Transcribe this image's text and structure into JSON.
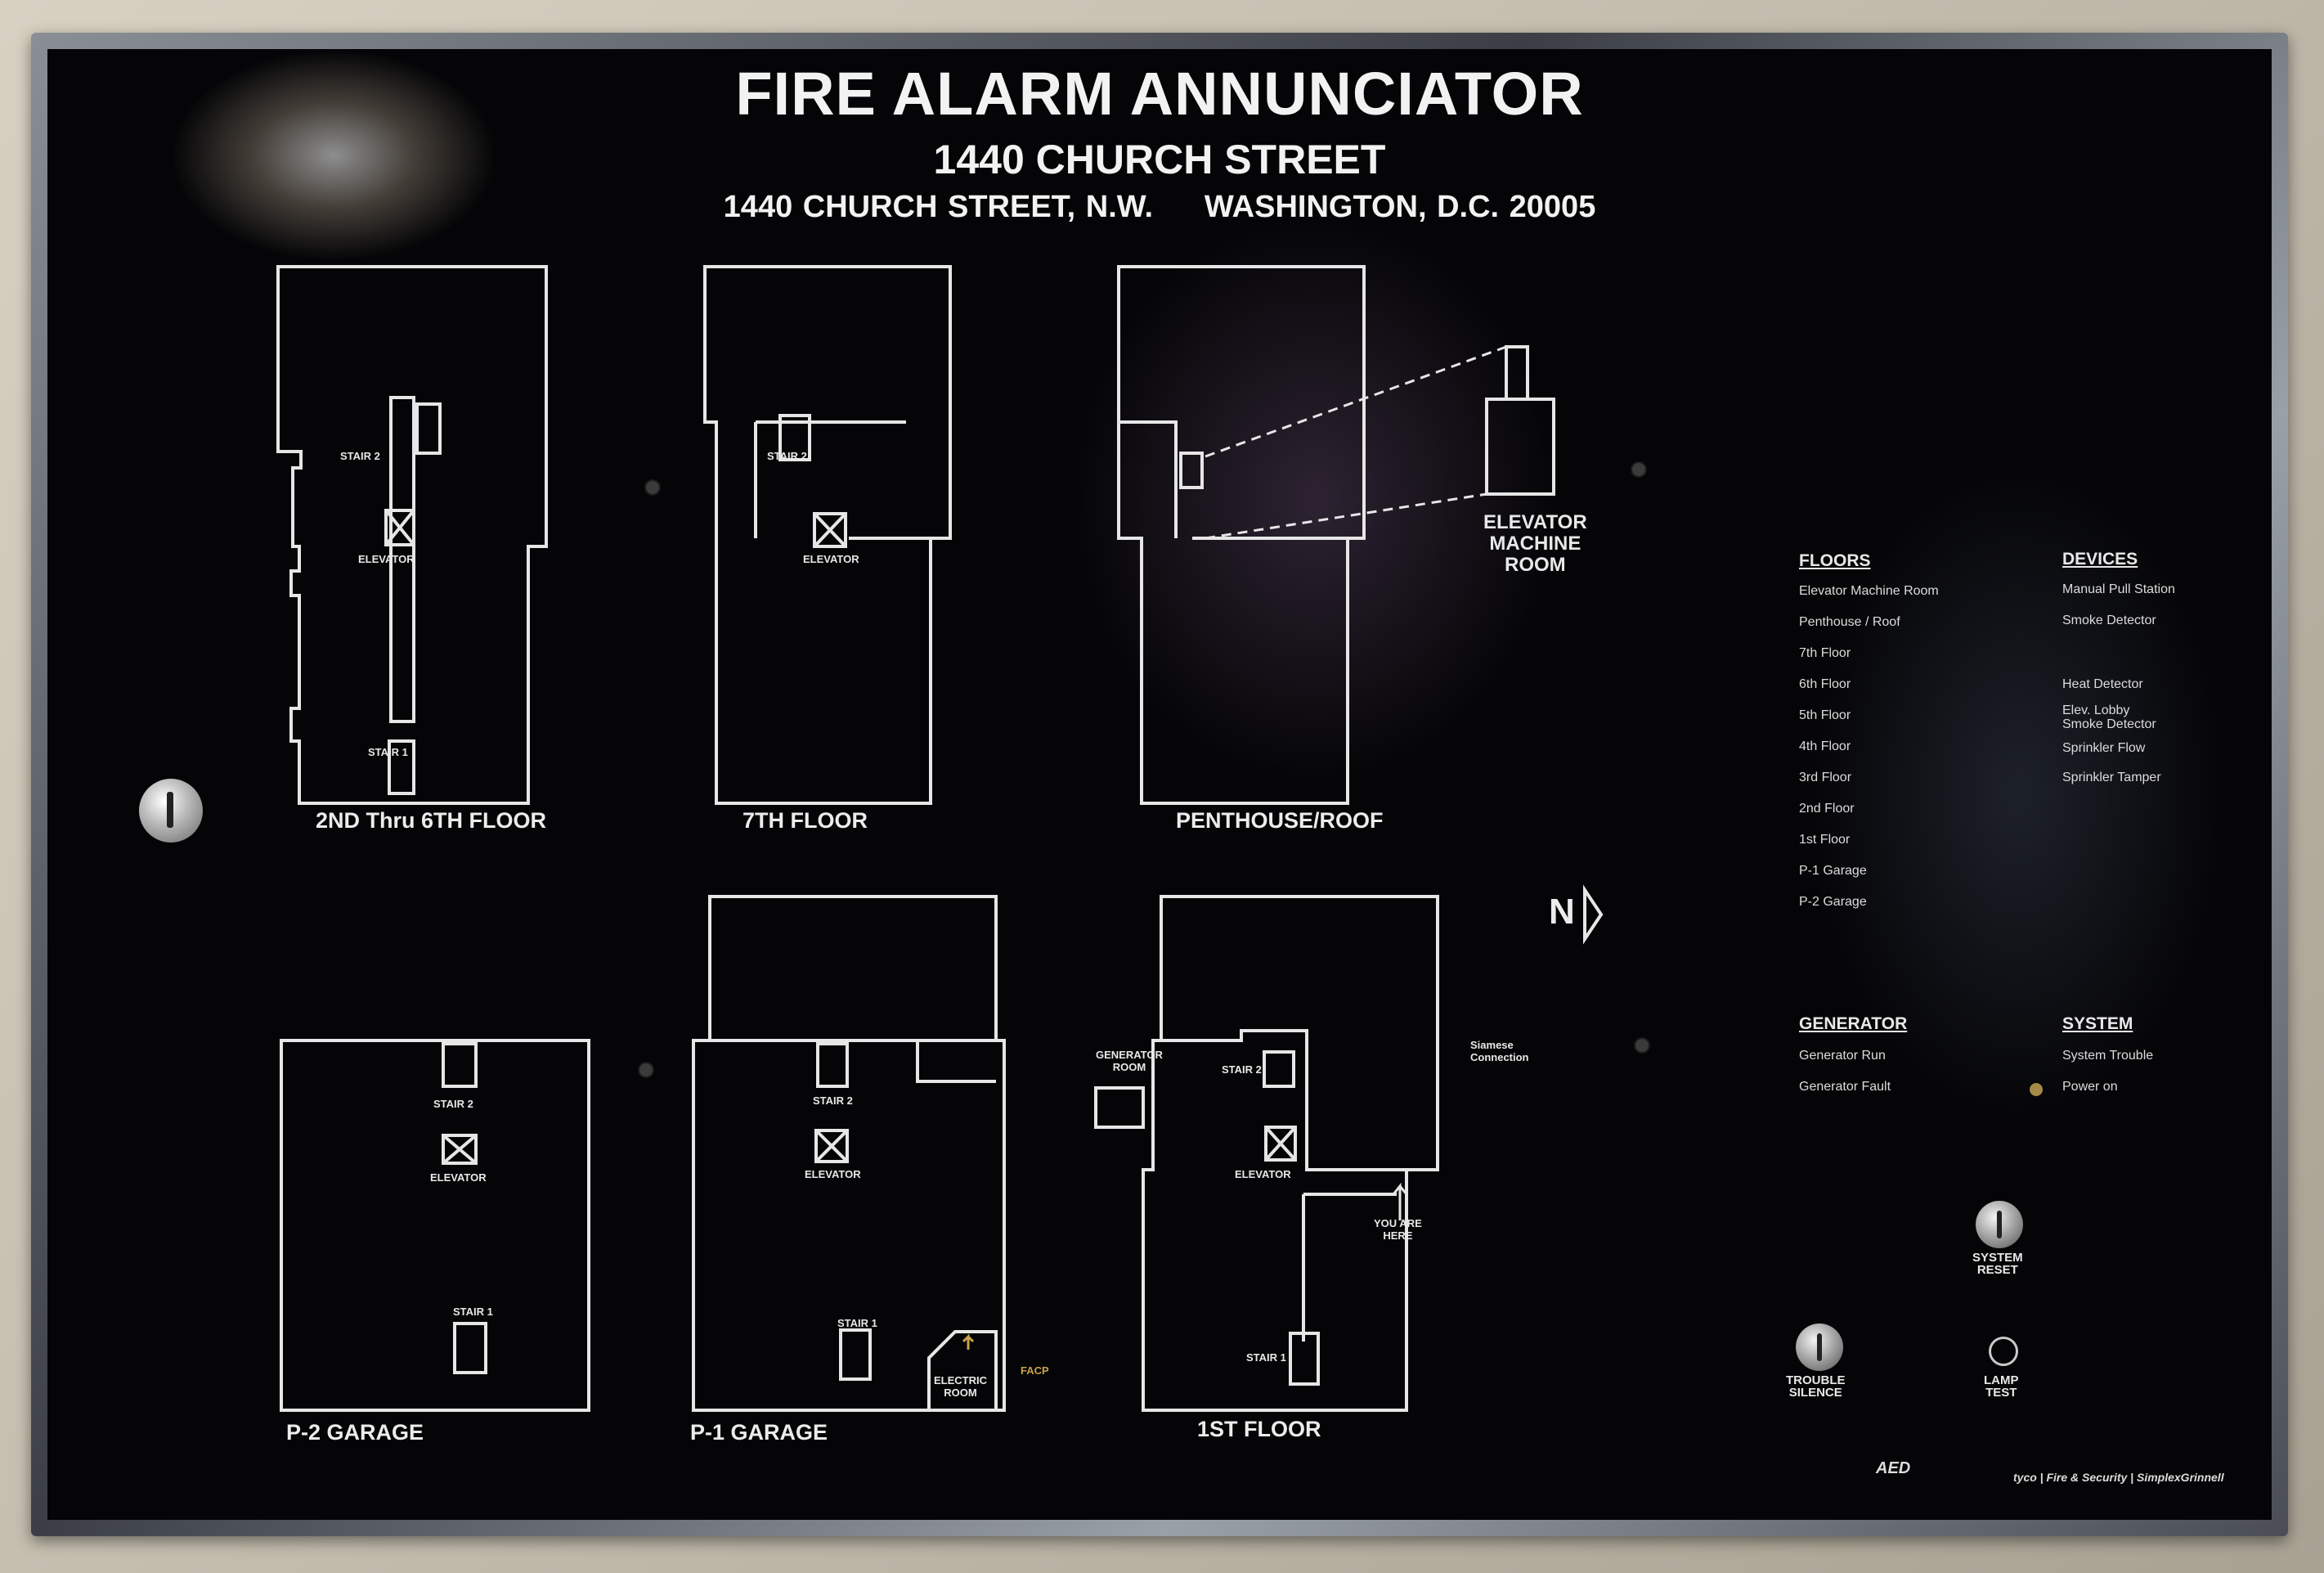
{
  "header": {
    "title": "FIRE ALARM ANNUNCIATOR",
    "subtitle": "1440 CHURCH STREET",
    "address": "1440 CHURCH STREET, N.W.     WASHINGTON, D.C. 20005"
  },
  "plans": {
    "floor_2_6": "2ND Thru 6TH FLOOR",
    "floor_7": "7TH FLOOR",
    "penthouse": "PENTHOUSE/ROOF",
    "p2": "P-2 GARAGE",
    "p1": "P-1 GARAGE",
    "first": "1ST FLOOR"
  },
  "plan_labels": {
    "stair1": "STAIR 1",
    "stair2": "STAIR 2",
    "elevator": "ELEVATOR",
    "elevator_machine_room": [
      "ELEVATOR",
      "MACHINE",
      "ROOM"
    ],
    "generator_room": [
      "GENERATOR",
      "ROOM"
    ],
    "electric_room": [
      "ELECTRIC",
      "ROOM"
    ],
    "facp": "FACP",
    "you_are_here": [
      "YOU ARE",
      "HERE"
    ],
    "siamese": [
      "Siamese",
      "Connection"
    ],
    "north": "N"
  },
  "legend": {
    "floors_header": "FLOORS",
    "floors": [
      "Elevator Machine Room",
      "Penthouse / Roof",
      "7th Floor",
      "6th Floor",
      "5th Floor",
      "4th Floor",
      "3rd Floor",
      "2nd Floor",
      "1st Floor",
      "P-1 Garage",
      "P-2 Garage"
    ],
    "devices_header": "DEVICES",
    "devices": [
      "Manual Pull Station",
      "Smoke Detector",
      "Heat Detector",
      "Elev. Lobby Smoke Detector",
      "Sprinkler Flow",
      "Sprinkler Tamper"
    ],
    "generator_header": "GENERATOR",
    "generator": [
      "Generator Run",
      "Generator Fault"
    ],
    "system_header": "SYSTEM",
    "system": [
      "System Trouble",
      "Power on"
    ]
  },
  "controls": {
    "system_reset": [
      "SYSTEM",
      "RESET"
    ],
    "trouble_silence": [
      "TROUBLE",
      "SILENCE"
    ],
    "lamp_test": [
      "LAMP",
      "TEST"
    ]
  },
  "logos": {
    "left": "AED",
    "right": "tyco | Fire & Security | SimplexGrinnell"
  },
  "colors": {
    "panel": "#050507",
    "engraving": "#e8e8e8",
    "led": "#a48a46",
    "facp": "#c9a24a"
  }
}
